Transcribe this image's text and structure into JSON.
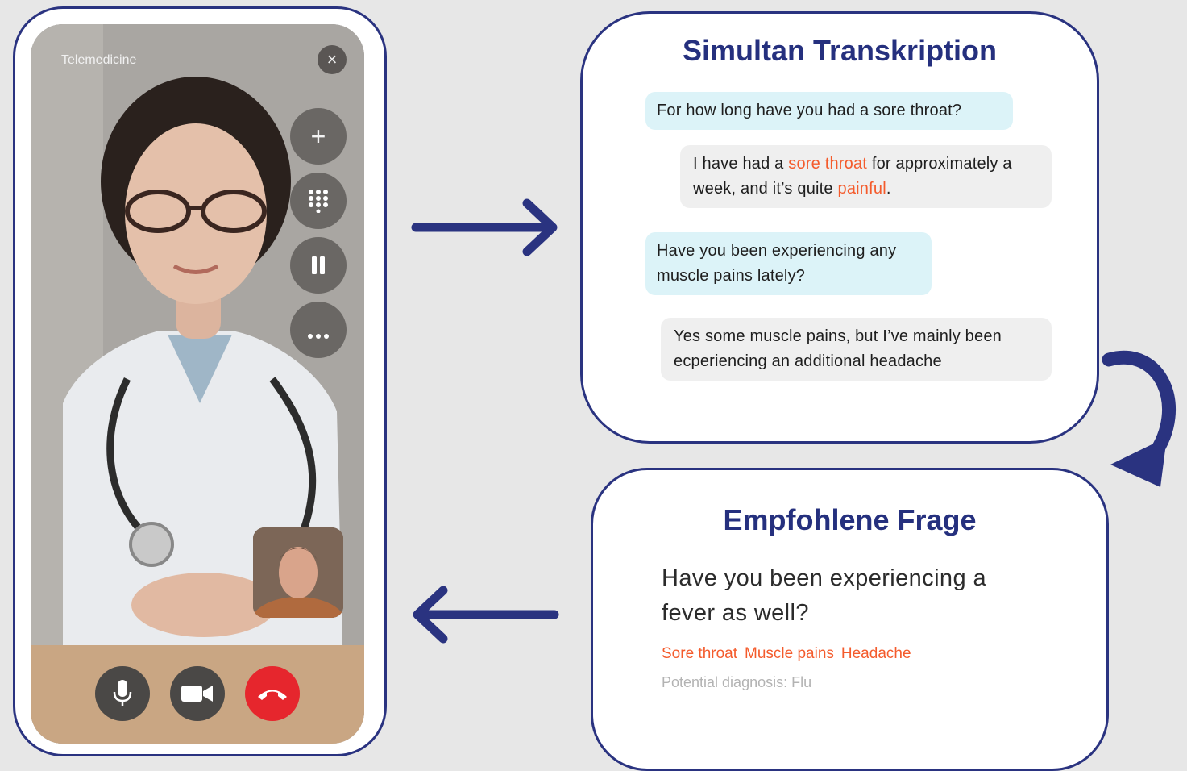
{
  "phone": {
    "title": "Telemedicine",
    "close_icon": "close-icon",
    "side_buttons": [
      {
        "name": "add-call-button",
        "icon": "plus-icon",
        "glyph": "+"
      },
      {
        "name": "keypad-button",
        "icon": "keypad-icon"
      },
      {
        "name": "hold-button",
        "icon": "pause-icon"
      },
      {
        "name": "more-button",
        "icon": "more-icon"
      }
    ],
    "bottom_buttons": [
      {
        "name": "mute-button",
        "icon": "microphone-icon"
      },
      {
        "name": "video-button",
        "icon": "video-camera-icon"
      },
      {
        "name": "end-call-button",
        "icon": "phone-hangup-icon",
        "color": "#e6262d"
      }
    ]
  },
  "transcription": {
    "title": "Simultan Transkription",
    "messages": [
      {
        "role": "doctor",
        "parts": [
          {
            "text": "For how long have you had a sore throat?"
          }
        ]
      },
      {
        "role": "patient",
        "parts": [
          {
            "text": "I have had a "
          },
          {
            "text": "sore throat",
            "highlight": true
          },
          {
            "text": " for approximately a week, and it’s quite "
          },
          {
            "text": "painful",
            "highlight": true
          },
          {
            "text": "."
          }
        ]
      },
      {
        "role": "doctor",
        "parts": [
          {
            "text": "Have you been experiencing any muscle pains lately?"
          }
        ]
      },
      {
        "role": "patient",
        "parts": [
          {
            "text": "Yes some muscle pains, but I’ve mainly been ecperiencing an additional headache"
          }
        ]
      }
    ]
  },
  "recommendation": {
    "title": "Empfohlene Frage",
    "question": "Have you been experiencing a fever as well?",
    "tags": [
      "Sore throat",
      "Muscle pains",
      "Headache"
    ],
    "diagnosis": "Potential diagnosis: Flu"
  },
  "colors": {
    "frame": "#2a3380",
    "title": "#25307e",
    "highlight": "#f45b2c",
    "doctor_bubble": "#dcf3f8",
    "patient_bubble": "#efefef",
    "end_call": "#e6262d"
  }
}
